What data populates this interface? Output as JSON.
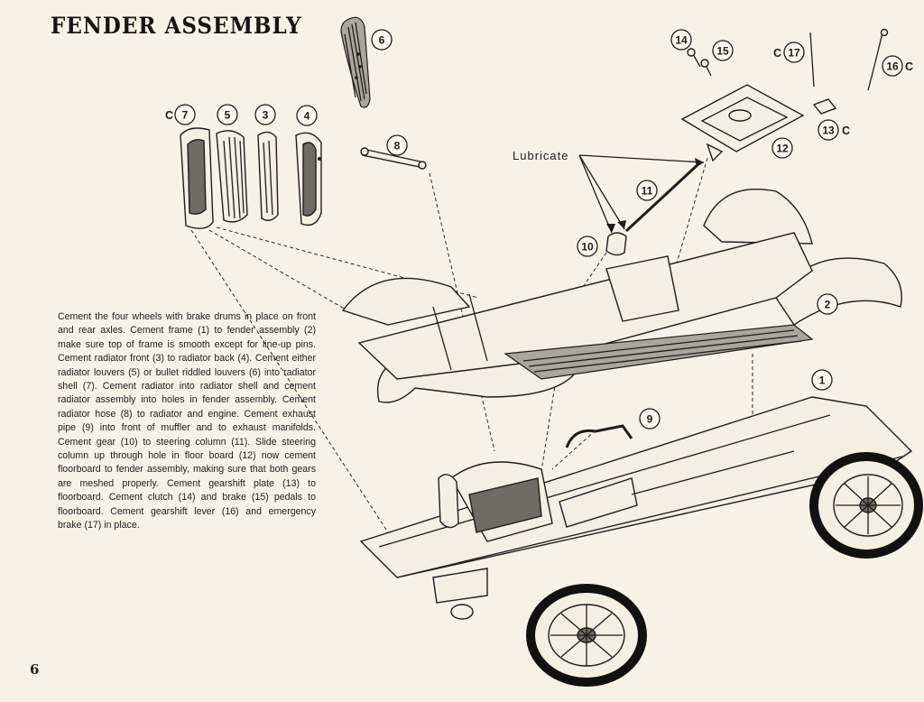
{
  "title": "FENDER ASSEMBLY",
  "instructions": "Cement the four wheels with brake drums in place on front and rear axles. Cement frame (1) to fender assembly (2) make sure top of frame is smooth except for line-up pins. Cement radiator front (3) to radiator back (4). Cement either radiator louvers (5) or bullet riddled louvers (6) into radiator shell (7). Cement radiator into radiator shell and cement radiator assembly into holes in fender assembly. Cement radiator hose (8) to radiator and engine. Cement exhaust pipe (9) into front of muffler and to exhaust manifolds. Cement gear (10) to steering column (11). Slide steering column up through hole in floor board (12) now cement floorboard to fender assembly, making sure that both gears are meshed properly. Cement gearshift plate (13) to floorboard. Cement clutch (14) and brake (15) pedals to floorboard. Cement gearshift lever (16) and emergency brake (17) in place.",
  "page_number": "6",
  "lubricate_label": "Lubricate",
  "callouts": {
    "c1": "1",
    "c2": "2",
    "c3": "3",
    "c4": "4",
    "c5": "5",
    "c6": "6",
    "c7": "7",
    "c8": "8",
    "c9": "9",
    "c10": "10",
    "c11": "11",
    "c12": "12",
    "c13": "13",
    "c14": "14",
    "c15": "15",
    "c16": "16",
    "c17": "17"
  },
  "suffix": "C"
}
